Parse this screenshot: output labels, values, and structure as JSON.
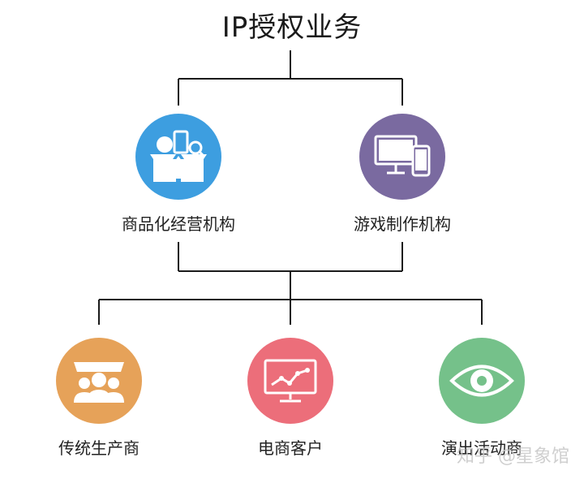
{
  "diagram": {
    "title": "IP授权业务",
    "mid_nodes": [
      {
        "label": "商品化经营机构",
        "color": "#3d9ee0",
        "icon": "merchandise-box-icon"
      },
      {
        "label": "游戏制作机构",
        "color": "#7a6aa0",
        "icon": "devices-icon"
      }
    ],
    "bottom_nodes": [
      {
        "label": "传统生产商",
        "color": "#e6a259",
        "icon": "people-group-icon"
      },
      {
        "label": "电商客户",
        "color": "#ec6e7a",
        "icon": "monitor-chart-icon"
      },
      {
        "label": "演出活动商",
        "color": "#75c18a",
        "icon": "eye-icon"
      }
    ],
    "line_color": "#1a1a1a"
  },
  "watermark": "知乎 @星象馆"
}
